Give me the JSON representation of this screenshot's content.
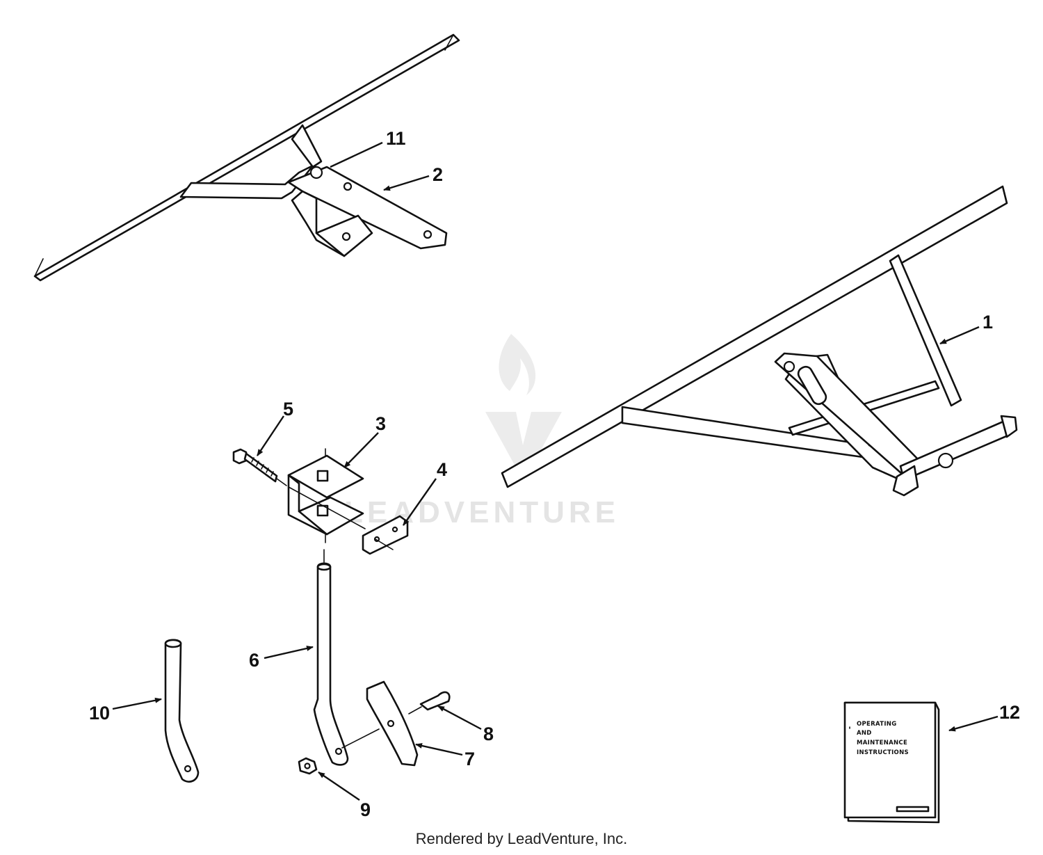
{
  "diagram": {
    "watermark": "LEADVENTURE",
    "footer": "Rendered by LeadVenture, Inc.",
    "manual_lines": [
      "OPERATING",
      "AND",
      "MAINTENANCE",
      "INSTRUCTIONS"
    ],
    "callouts": [
      {
        "id": "callout-1",
        "label": "1"
      },
      {
        "id": "callout-2",
        "label": "2"
      },
      {
        "id": "callout-3",
        "label": "3"
      },
      {
        "id": "callout-4",
        "label": "4"
      },
      {
        "id": "callout-5",
        "label": "5"
      },
      {
        "id": "callout-6",
        "label": "6"
      },
      {
        "id": "callout-7",
        "label": "7"
      },
      {
        "id": "callout-8",
        "label": "8"
      },
      {
        "id": "callout-9",
        "label": "9"
      },
      {
        "id": "callout-10",
        "label": "10"
      },
      {
        "id": "callout-11",
        "label": "11"
      },
      {
        "id": "callout-12",
        "label": "12"
      }
    ]
  }
}
